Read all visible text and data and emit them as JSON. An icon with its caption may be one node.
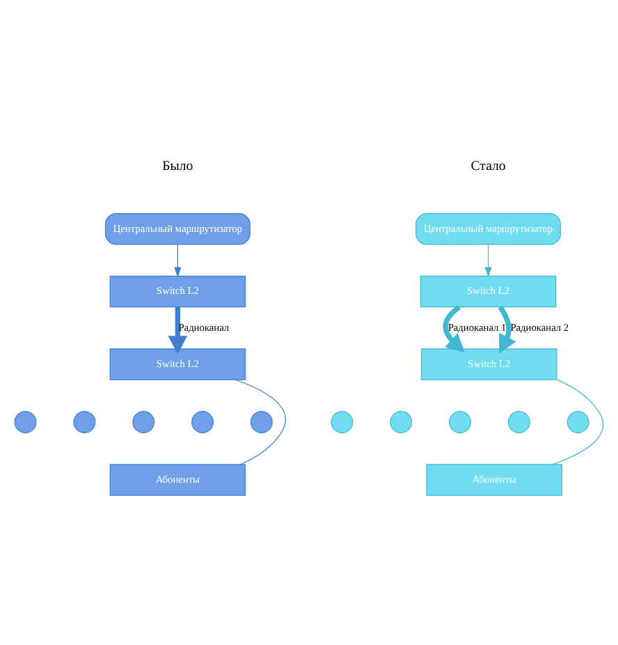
{
  "diagram": {
    "nodes": [
      {
        "text": [
          "Центральный маршрутизатор"
        ]
      },
      {
        "text": [
          "Switch L2"
        ]
      },
      {
        "text": [
          "Switch L2"
        ]
      },
      {
        "text": [],
        "shape": "circle"
      },
      {
        "text": [],
        "shape": "circle"
      },
      {
        "text": [],
        "shape": "circle"
      },
      {
        "text": [],
        "shape": "circle"
      },
      {
        "text": [],
        "shape": "circle"
      },
      {
        "text": [
          "Абоненты"
        ]
      },
      {
        "text": [
          "Центральный маршрутизатор"
        ]
      },
      {
        "text": [
          "Switch L2"
        ]
      },
      {
        "text": [
          "Switch L2"
        ]
      },
      {
        "text": [],
        "shape": "circle"
      },
      {
        "text": [],
        "shape": "circle"
      },
      {
        "text": [],
        "shape": "circle"
      },
      {
        "text": [],
        "shape": "circle"
      },
      {
        "text": [],
        "shape": "circle"
      },
      {
        "text": [
          "Абоненты"
        ]
      }
    ],
    "edges": [
      {
        "from": 0,
        "to": 1,
        "arrow": "to"
      },
      {
        "from": 1,
        "to": 2,
        "arrow": "to",
        "label": "Радиоканал",
        "style": "thick"
      },
      {
        "from": 2,
        "to": 8,
        "arrow": "none"
      },
      {
        "from": 9,
        "to": 10,
        "arrow": "to"
      },
      {
        "from": 10,
        "to": 11,
        "arrow": "to",
        "label": "Радиоканал 1",
        "style": "thick"
      },
      {
        "from": 10,
        "to": 11,
        "arrow": "to",
        "label": "Радиоканал 2",
        "style": "thick"
      },
      {
        "from": 11,
        "to": 17,
        "arrow": "none"
      }
    ],
    "labels": [
      "Было",
      "Стало"
    ]
  }
}
